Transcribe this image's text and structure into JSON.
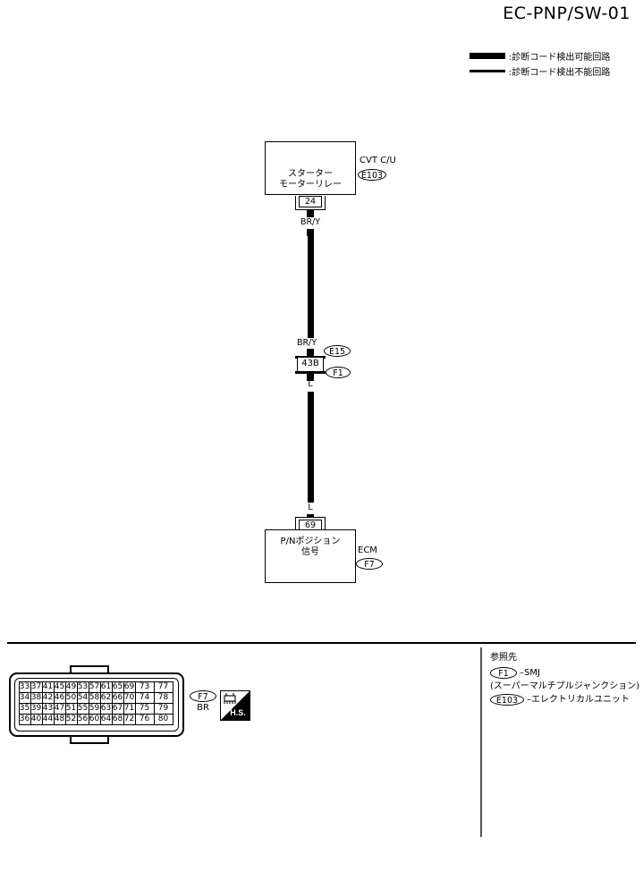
{
  "page": {
    "title": "EC-PNP/SW-01"
  },
  "legend": {
    "items": [
      {
        "style": "thick",
        "text": ":診断コード検出可能回路"
      },
      {
        "style": "thin",
        "text": ":診断コード検出不能回路"
      }
    ]
  },
  "diagram": {
    "relay": {
      "name_line1": "スターター",
      "name_line2": "モーターリレー",
      "unit_label": "CVT C/U",
      "connector": "E103",
      "terminal": "24"
    },
    "wires": {
      "top_label": "BR/Y",
      "mid_label": "BR/Y",
      "bottom_label": "L",
      "lower_label": "L"
    },
    "junction": {
      "upper_connector": "E15",
      "terminal": "43B",
      "lower_connector": "F1"
    },
    "ecm": {
      "name_line1": "P/Nポジション",
      "name_line2": "信号",
      "unit_label": "ECM",
      "connector": "F7",
      "terminal": "69"
    }
  },
  "connector_view": {
    "connector": "F7",
    "wire_color": "BR",
    "hs_label": "H.S.",
    "pin_rows": [
      [
        "33",
        "37",
        "41",
        "45",
        "49",
        "53",
        "57",
        "61",
        "65",
        "69",
        "73",
        "77"
      ],
      [
        "34",
        "38",
        "42",
        "46",
        "50",
        "54",
        "58",
        "62",
        "66",
        "70",
        "74",
        "78"
      ],
      [
        "35",
        "39",
        "43",
        "47",
        "51",
        "55",
        "59",
        "63",
        "67",
        "71",
        "75",
        "79"
      ],
      [
        "36",
        "40",
        "44",
        "48",
        "52",
        "56",
        "60",
        "64",
        "68",
        "72",
        "76",
        "80"
      ]
    ],
    "wide_columns": 2
  },
  "reference": {
    "title": "参照先",
    "entries": [
      {
        "code": "F1",
        "dash": "–SMJ",
        "sub": "(スーパーマルチプルジャンクション)"
      },
      {
        "code": "E103",
        "dash": "–エレクトリカルユニット",
        "sub": ""
      }
    ]
  }
}
